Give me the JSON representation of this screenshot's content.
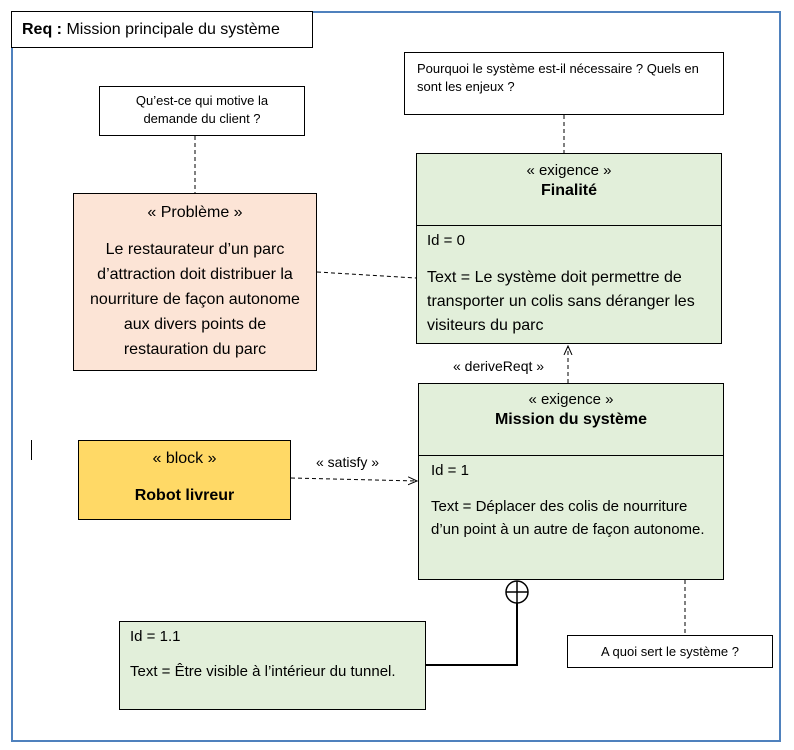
{
  "title": {
    "prefix": "Req :",
    "text": "Mission principale du système"
  },
  "notes": {
    "client": "Qu’est-ce qui motive la demande du client ?",
    "necessity": "Pourquoi le système est-il nécessaire ? Quels en sont les enjeux ?",
    "purpose": "A quoi sert le système ?"
  },
  "probleme": {
    "stereotype": "« Problème »",
    "text": "Le restaurateur d’un parc d’attraction doit distribuer la nourriture de façon autonome aux divers points de restauration du parc"
  },
  "finalite": {
    "stereotype": "« exigence »",
    "name": "Finalité",
    "id": "Id = 0",
    "text": "Text = Le système doit permettre de transporter un colis sans déranger les visiteurs du parc"
  },
  "mission": {
    "stereotype": "« exigence »",
    "name": "Mission du système",
    "id": "Id = 1",
    "text": "Text = Déplacer des colis de nourriture d’un point à un autre de façon autonome."
  },
  "block": {
    "stereotype": "« block »",
    "name": "Robot livreur"
  },
  "sub_requirement": {
    "id": "Id = 1.1",
    "text": "Text = Être visible à l’intérieur du tunnel."
  },
  "relations": {
    "derive": "« deriveReqt »",
    "satisfy": "« satisfy »"
  },
  "colors": {
    "frame": "#4f81bd",
    "requirement_fill": "#e2efda",
    "problem_fill": "#fce4d6",
    "block_fill": "#ffd966"
  }
}
